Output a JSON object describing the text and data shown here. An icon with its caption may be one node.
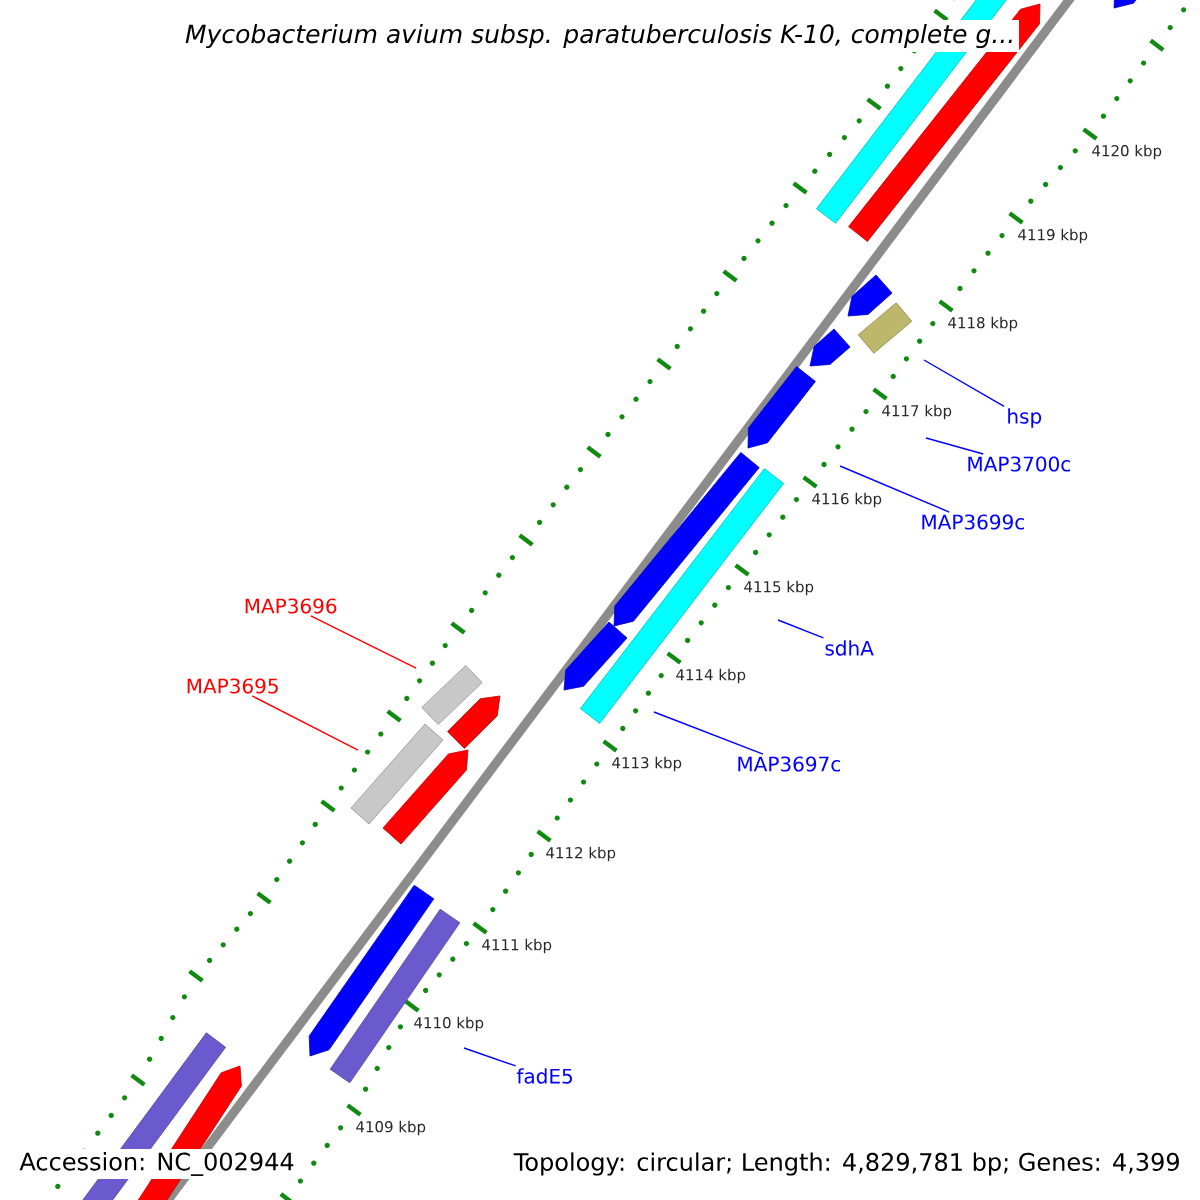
{
  "diagram": {
    "title": "Mycobacterium avium subsp. paratuberculosis K-10, complete g...",
    "nodes": [
      {
        "text": [
          "hsp"
        ]
      },
      {
        "text": [
          "MAP3700c"
        ]
      },
      {
        "text": [
          "MAP3699c"
        ]
      },
      {
        "text": [
          "MAP3696"
        ]
      },
      {
        "text": [
          "sdhA"
        ]
      },
      {
        "text": [
          "MAP3695"
        ]
      },
      {
        "text": [
          "MAP3697c"
        ]
      },
      {
        "text": [
          "fadE5"
        ]
      }
    ],
    "edges": [
      {
        "from": 0,
        "to": null,
        "arrow": "none"
      },
      {
        "from": 1,
        "to": null,
        "arrow": "none"
      },
      {
        "from": 2,
        "to": null,
        "arrow": "none"
      },
      {
        "from": 3,
        "to": null,
        "arrow": "none",
        "color": "#ff0000"
      },
      {
        "from": 4,
        "to": null,
        "arrow": "none"
      },
      {
        "from": 5,
        "to": null,
        "arrow": "none",
        "color": "#ff0000"
      },
      {
        "from": 6,
        "to": null,
        "arrow": "none"
      },
      {
        "from": 7,
        "to": null,
        "arrow": "none"
      }
    ],
    "labels": [
      "4120 kbp",
      "4119 kbp",
      "4118 kbp",
      "4117 kbp",
      "4116 kbp",
      "4115 kbp",
      "4114 kbp",
      "4113 kbp",
      "4112 kbp",
      "4111 kbp",
      "4110 kbp",
      "4109 kbp",
      "Accession: NC_002944",
      "Topology: circular; Length: 4,829,781 bp; Genes: 4,399"
    ]
  }
}
